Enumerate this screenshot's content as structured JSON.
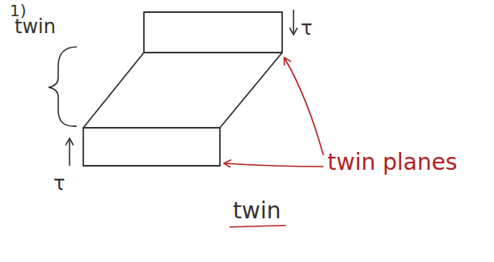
{
  "diagram": {
    "caption": "twin",
    "labels": [
      "1)",
      "twin",
      "τ",
      "τ",
      "twin planes"
    ]
  }
}
